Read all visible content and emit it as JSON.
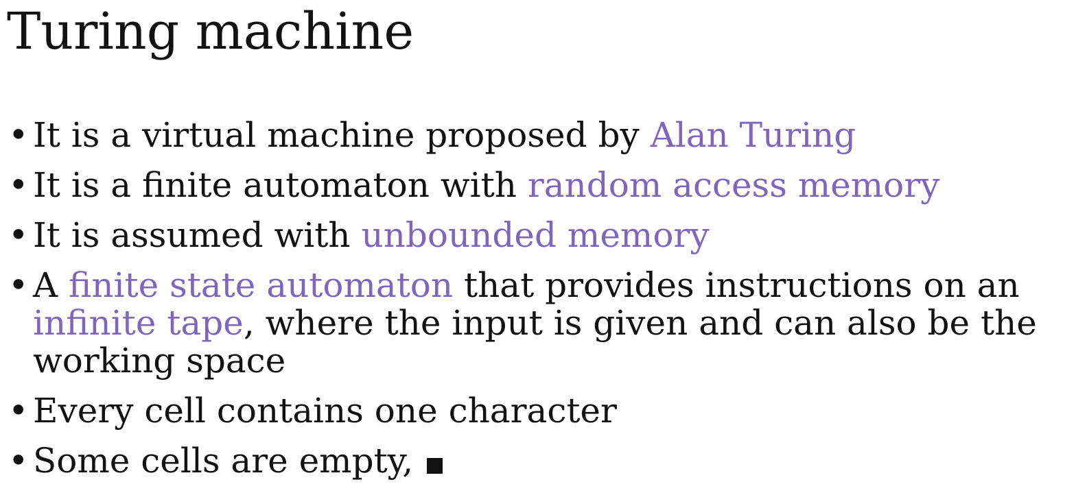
{
  "title": "Turing machine",
  "bullets": [
    {
      "marker": "•",
      "text_1": "It is a virtual machine proposed by ",
      "accent_1": "Alan Turing"
    },
    {
      "marker": "•",
      "text_1": "It is a finite automaton with ",
      "accent_1": "random access memory"
    },
    {
      "marker": "•",
      "text_1": "It is assumed with ",
      "accent_1": "unbounded memory"
    },
    {
      "marker": "•",
      "text_1": "A ",
      "accent_1": "finite state automaton",
      "text_2": " that provides instructions on an ",
      "accent_2": "infinite tape",
      "text_3": ", where the input is given and can also be the working space"
    },
    {
      "marker": "•",
      "text_1": "Every cell contains one character"
    },
    {
      "marker": "•",
      "text_1": "Some cells are empty, "
    }
  ],
  "colors": {
    "text": "#121212",
    "accent": "#7c67bd",
    "background": "#ffffff"
  },
  "icons": {
    "empty_cell_symbol": "black-square-icon"
  }
}
